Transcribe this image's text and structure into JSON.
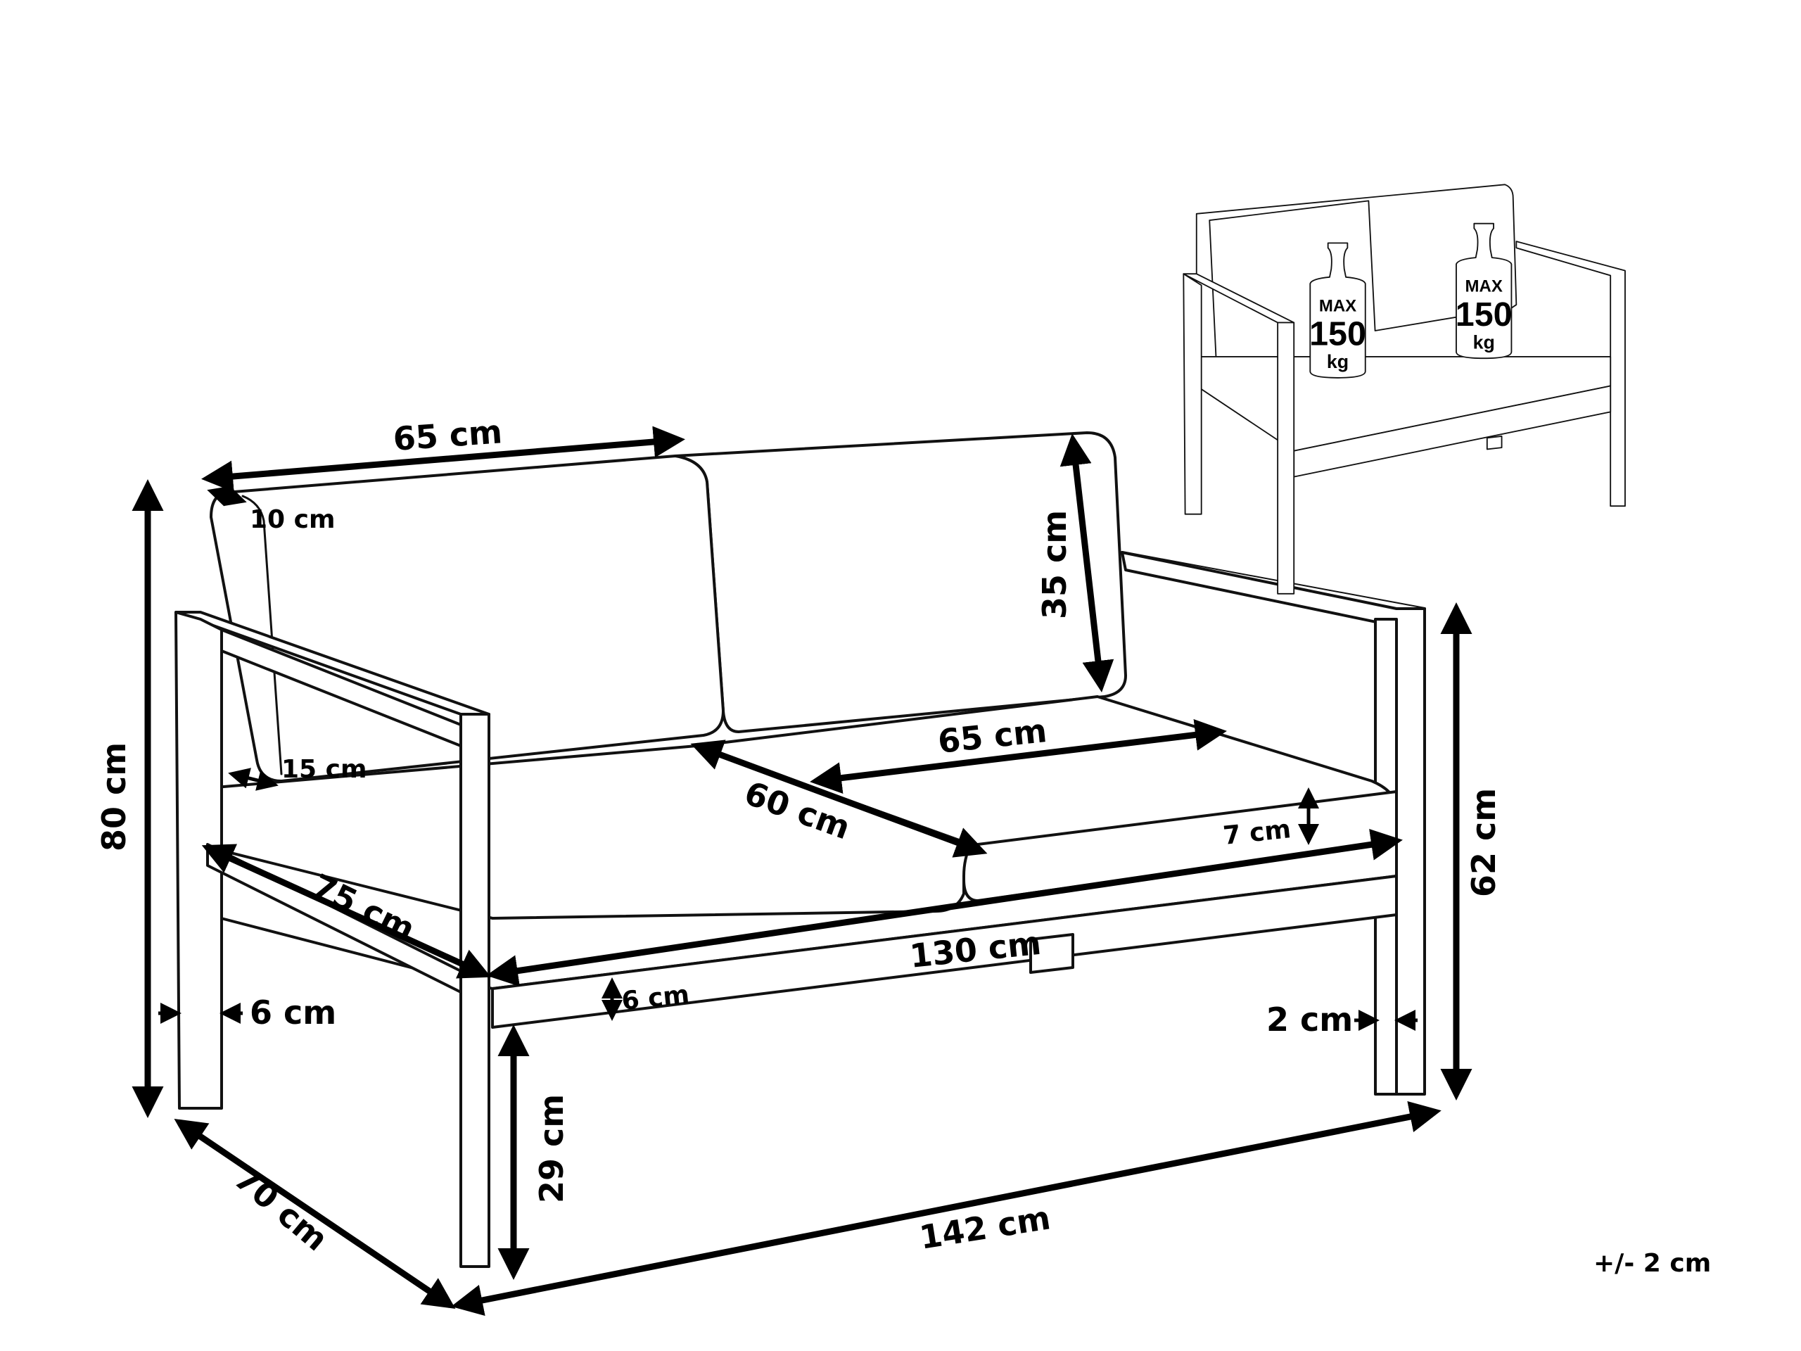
{
  "diagram": {
    "subject": "Two-seater outdoor sofa dimension drawing",
    "colors": {
      "line": "#111111",
      "background": "#ffffff"
    },
    "dimensions": {
      "backrest_cushion_width": "65 cm",
      "backrest_cushion_thickness": "10 cm",
      "backrest_cushion_height": "35 cm",
      "total_height": "80 cm",
      "backrest_bottom_depth": "15 cm",
      "seat_cushion_depth": "60 cm",
      "seat_cushion_width": "65 cm",
      "seat_cushion_thickness": "7 cm",
      "inner_depth": "75 cm",
      "inner_width": "130 cm",
      "frame_rail_height": "6 cm",
      "leg_width": "6 cm",
      "arm_thickness": "2 cm",
      "armrest_height": "62 cm",
      "ground_clearance": "29 cm",
      "total_depth": "70 cm",
      "total_width": "142 cm"
    },
    "tolerance": "+/- 2 cm",
    "inset": {
      "weights": [
        {
          "max_label": "MAX",
          "value": "150",
          "unit": "kg"
        },
        {
          "max_label": "MAX",
          "value": "150",
          "unit": "kg"
        }
      ]
    }
  }
}
